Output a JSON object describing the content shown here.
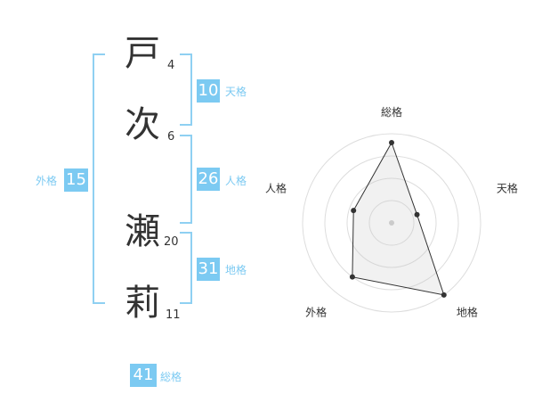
{
  "name": {
    "chars": [
      {
        "char": "戸",
        "strokes": "4"
      },
      {
        "char": "次",
        "strokes": "6"
      },
      {
        "char": "瀬",
        "strokes": "20"
      },
      {
        "char": "莉",
        "strokes": "11"
      }
    ]
  },
  "fortune": {
    "tenkaku": {
      "value": "10",
      "label": "天格"
    },
    "jinkaku": {
      "value": "26",
      "label": "人格"
    },
    "chikaku": {
      "value": "31",
      "label": "地格"
    },
    "gaikaku": {
      "value": "15",
      "label": "外格"
    },
    "soukaku": {
      "value": "41",
      "label": "総格"
    }
  },
  "colors": {
    "accent": "#7ccaf2",
    "bracket": "#8fd0f2",
    "text": "#333333"
  },
  "chart_data": {
    "type": "radar",
    "axes": [
      "総格",
      "天格",
      "地格",
      "外格",
      "人格"
    ],
    "values": [
      0.9,
      0.3,
      1.0,
      0.75,
      0.45
    ],
    "rings": 4,
    "range": [
      0,
      1
    ]
  }
}
